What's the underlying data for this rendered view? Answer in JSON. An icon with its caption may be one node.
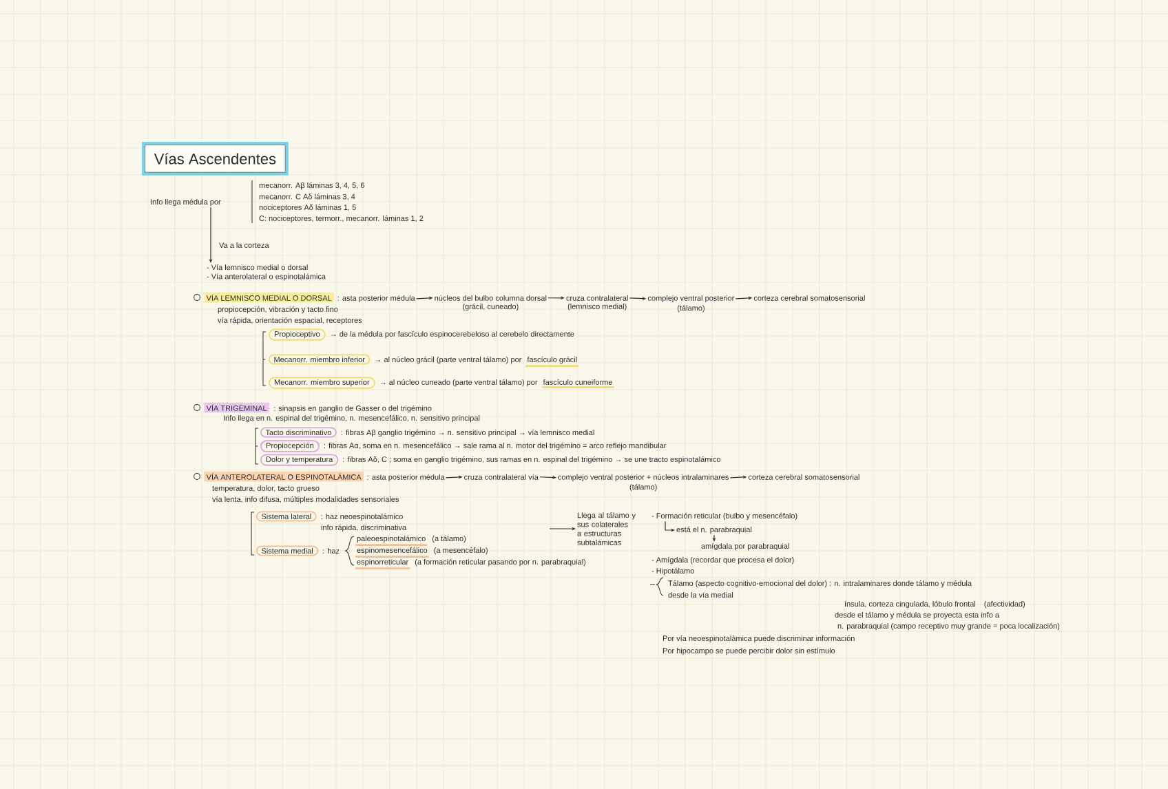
{
  "diagram": {
    "title": "Vías Ascendentes",
    "nodes": [
      {
        "text": [
          "Info llega médula por"
        ]
      },
      {
        "text": [
          "- Vía lemnisco medial o dorsal",
          "- Vía anterolateral o espinotalámica"
        ]
      },
      {
        "text": [
          "VÍA LEMNISCO MEDIAL O DORSAL"
        ]
      },
      {
        "text": [
          ": asta posterior médula"
        ]
      },
      {
        "text": [
          "núcleos del bulbo columna dorsal"
        ],
        "beside": [
          "(grácil, cuneado)"
        ]
      },
      {
        "text": [
          "cruza contralateral"
        ],
        "beside": [
          "(lemnisco medial)"
        ]
      },
      {
        "text": [
          "complejo ventral posterior"
        ],
        "beside": [
          "(tálamo)"
        ]
      },
      {
        "text": [
          "corteza cerebral somatosensorial"
        ]
      },
      {
        "text": [
          "Propioceptivo"
        ],
        "beside": [
          "→ de la médula por fascículo espinocerebeloso al cerebelo directamente"
        ]
      },
      {
        "text": [
          "Mecanorr. miembro inferior"
        ],
        "beside": [
          "→ al núcleo grácil (parte ventral tálamo) por",
          "fascículo grácil"
        ]
      },
      {
        "text": [
          "Mecanorr. miembro superior"
        ],
        "beside": [
          "→ al núcleo cuneado (parte ventral tálamo) por",
          "fascículo cuneiforme"
        ]
      },
      {
        "text": [
          "VÍA TRIGEMINAL"
        ],
        "beside": [
          ": sinapsis en ganglio de Gasser o del trigémino"
        ]
      },
      {
        "text": [
          "Tacto discriminativo"
        ],
        "beside": [
          ": fibras Aβ ganglio trigémino → n. sensitivo principal → vía lemnisco medial"
        ]
      },
      {
        "text": [
          "Propiocepción"
        ],
        "beside": [
          ": fibras Aα, soma en n. mesencefálico → sale rama al n. motor del trigémino = arco reflejo mandibular"
        ]
      },
      {
        "text": [
          "Dolor y temperatura"
        ],
        "beside": [
          ": fibras Aδ, C ; soma en ganglio trigémino, sus ramas en n. espinal del trigémino → se une tracto espinotalámico"
        ]
      },
      {
        "text": [
          "VÍA ANTEROLATERAL O ESPINOTALÁMICA"
        ]
      },
      {
        "text": [
          ": asta posterior médula"
        ]
      },
      {
        "text": [
          "cruza contralateral vía"
        ]
      },
      {
        "text": [
          "complejo ventral posterior + núcleos intralaminares"
        ],
        "beside": [
          "(tálamo)"
        ]
      },
      {
        "text": [
          "corteza cerebral somatosensorial"
        ]
      },
      {
        "text": [
          "Sistema lateral"
        ],
        "beside": [
          ": haz neoespinotalámico",
          "info rápida, discriminativa"
        ]
      },
      {
        "text": [
          "Sistema medial"
        ],
        "beside": [
          ": haz"
        ]
      },
      {
        "text": [
          "Llega al tálamo y sus colaterales a estructuras subtalámicas"
        ]
      },
      {
        "text": [
          "- Formación reticular (bulbo y mesencéfalo)"
        ]
      },
      {
        "text": [
          "está el n. parabraquial"
        ]
      },
      {
        "text": [
          "amígdala por parabraquial"
        ]
      }
    ],
    "edges": [
      {
        "from": 0,
        "to": 1,
        "arrow": "to",
        "label": "Va a la corteza"
      },
      {
        "from": 3,
        "to": 4,
        "arrow": "to"
      },
      {
        "from": 4,
        "to": 5,
        "arrow": "to"
      },
      {
        "from": 5,
        "to": 6,
        "arrow": "to"
      },
      {
        "from": 6,
        "to": 7,
        "arrow": "to"
      },
      {
        "from": 16,
        "to": 17,
        "arrow": "to"
      },
      {
        "from": 17,
        "to": 18,
        "arrow": "to"
      },
      {
        "from": 18,
        "to": 19,
        "arrow": "to"
      },
      {
        "from": null,
        "to": 22,
        "arrow": "to"
      },
      {
        "from": 23,
        "to": 24,
        "arrow": "to"
      },
      {
        "from": 24,
        "to": 25,
        "arrow": "to"
      }
    ],
    "labels": [
      "mecanorr. Aβ láminas 3, 4, 5, 6",
      "mecanorr. C Aδ láminas 3, 4",
      "nociceptores Aδ láminas 1, 5",
      "C: nociceptores, termorr., mecanorr. láminas 1, 2",
      "propiocepción, vibración y tacto fino",
      "vía rápida, orientación espacial, receptores",
      "Info llega en n. espinal del trigémino, n. mesencefálico, n. sensitivo principal",
      "temperatura, dolor, tacto grueso",
      "vía lenta, info difusa, múltiples modalidades sensoriales",
      "paleoespinotalámico",
      "(a tálamo)",
      "espinomesencefálico",
      "(a mesencéfalo)",
      "espinorreticular",
      "(a formación reticular pasando por n. parabraquial)",
      "- Amígdala (recordar que procesa el dolor)",
      "- Hipotálamo",
      "Tálamo (aspecto cognitivo-emocional del dolor) : n. intralaminares donde tálamo y médula",
      "desde la vía medial",
      "ínsula, corteza cingulada, lóbulo frontal",
      "(afectividad)",
      "desde el tálamo y médula se proyecta esta info a",
      "n. parabraquial (campo receptivo muy grande = poca localización)",
      "Por vía neoespinotalámica puede discriminar información",
      "Por hipocampo se puede percibir dolor sin estímulo"
    ]
  }
}
